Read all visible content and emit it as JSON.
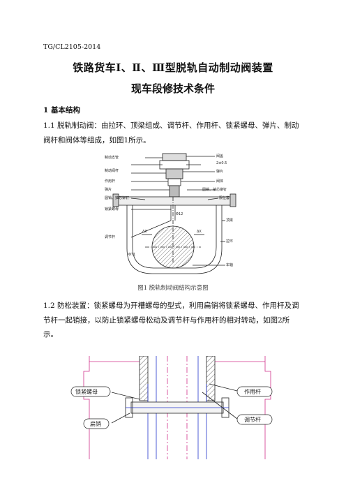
{
  "doc_number": "TG/CL2105-2014",
  "title_line1": "铁路货车Ⅰ、Ⅱ、Ⅲ型脱轨自动制动阀装置",
  "title_line2": "现车段修技术条件",
  "section1_heading": "1 基本结构",
  "para_1_1": "1.1 脱轨制动阀：由拉环、顶梁组成、调节杆、作用杆、锁紧螺母、弹片、制动阀杆和阀体等组成，如图1所示。",
  "figure1": {
    "caption": "图1 脱轨制动阀结构示意图",
    "labels_left": [
      "制动支管",
      "制动阀杆",
      "作用杆",
      "弹片",
      "圆销、抽芯铆钉",
      "锁紧螺母",
      "调节杆"
    ],
    "labels_right": [
      "阀盖",
      "2±0.5",
      "弹片",
      "阀体",
      "圆销、抽芯铆钉",
      "限位套",
      "顶梁",
      "拉环",
      "车轴"
    ],
    "dimensions": [
      "Φ12",
      "ΔX",
      "ΔX",
      "Φ71"
    ]
  },
  "para_1_2": "1.2 防松装置：锁紧螺母为开槽螺母的型式，利用扁销将锁紧螺母、作用杆及调节杆一起销接，以防止锁紧螺母松动及调节杆与作用杆的相对转动，如图2所示。",
  "figure2": {
    "labels": [
      "锁紧螺母",
      "扁销",
      "作用杆",
      "调节杆"
    ]
  }
}
